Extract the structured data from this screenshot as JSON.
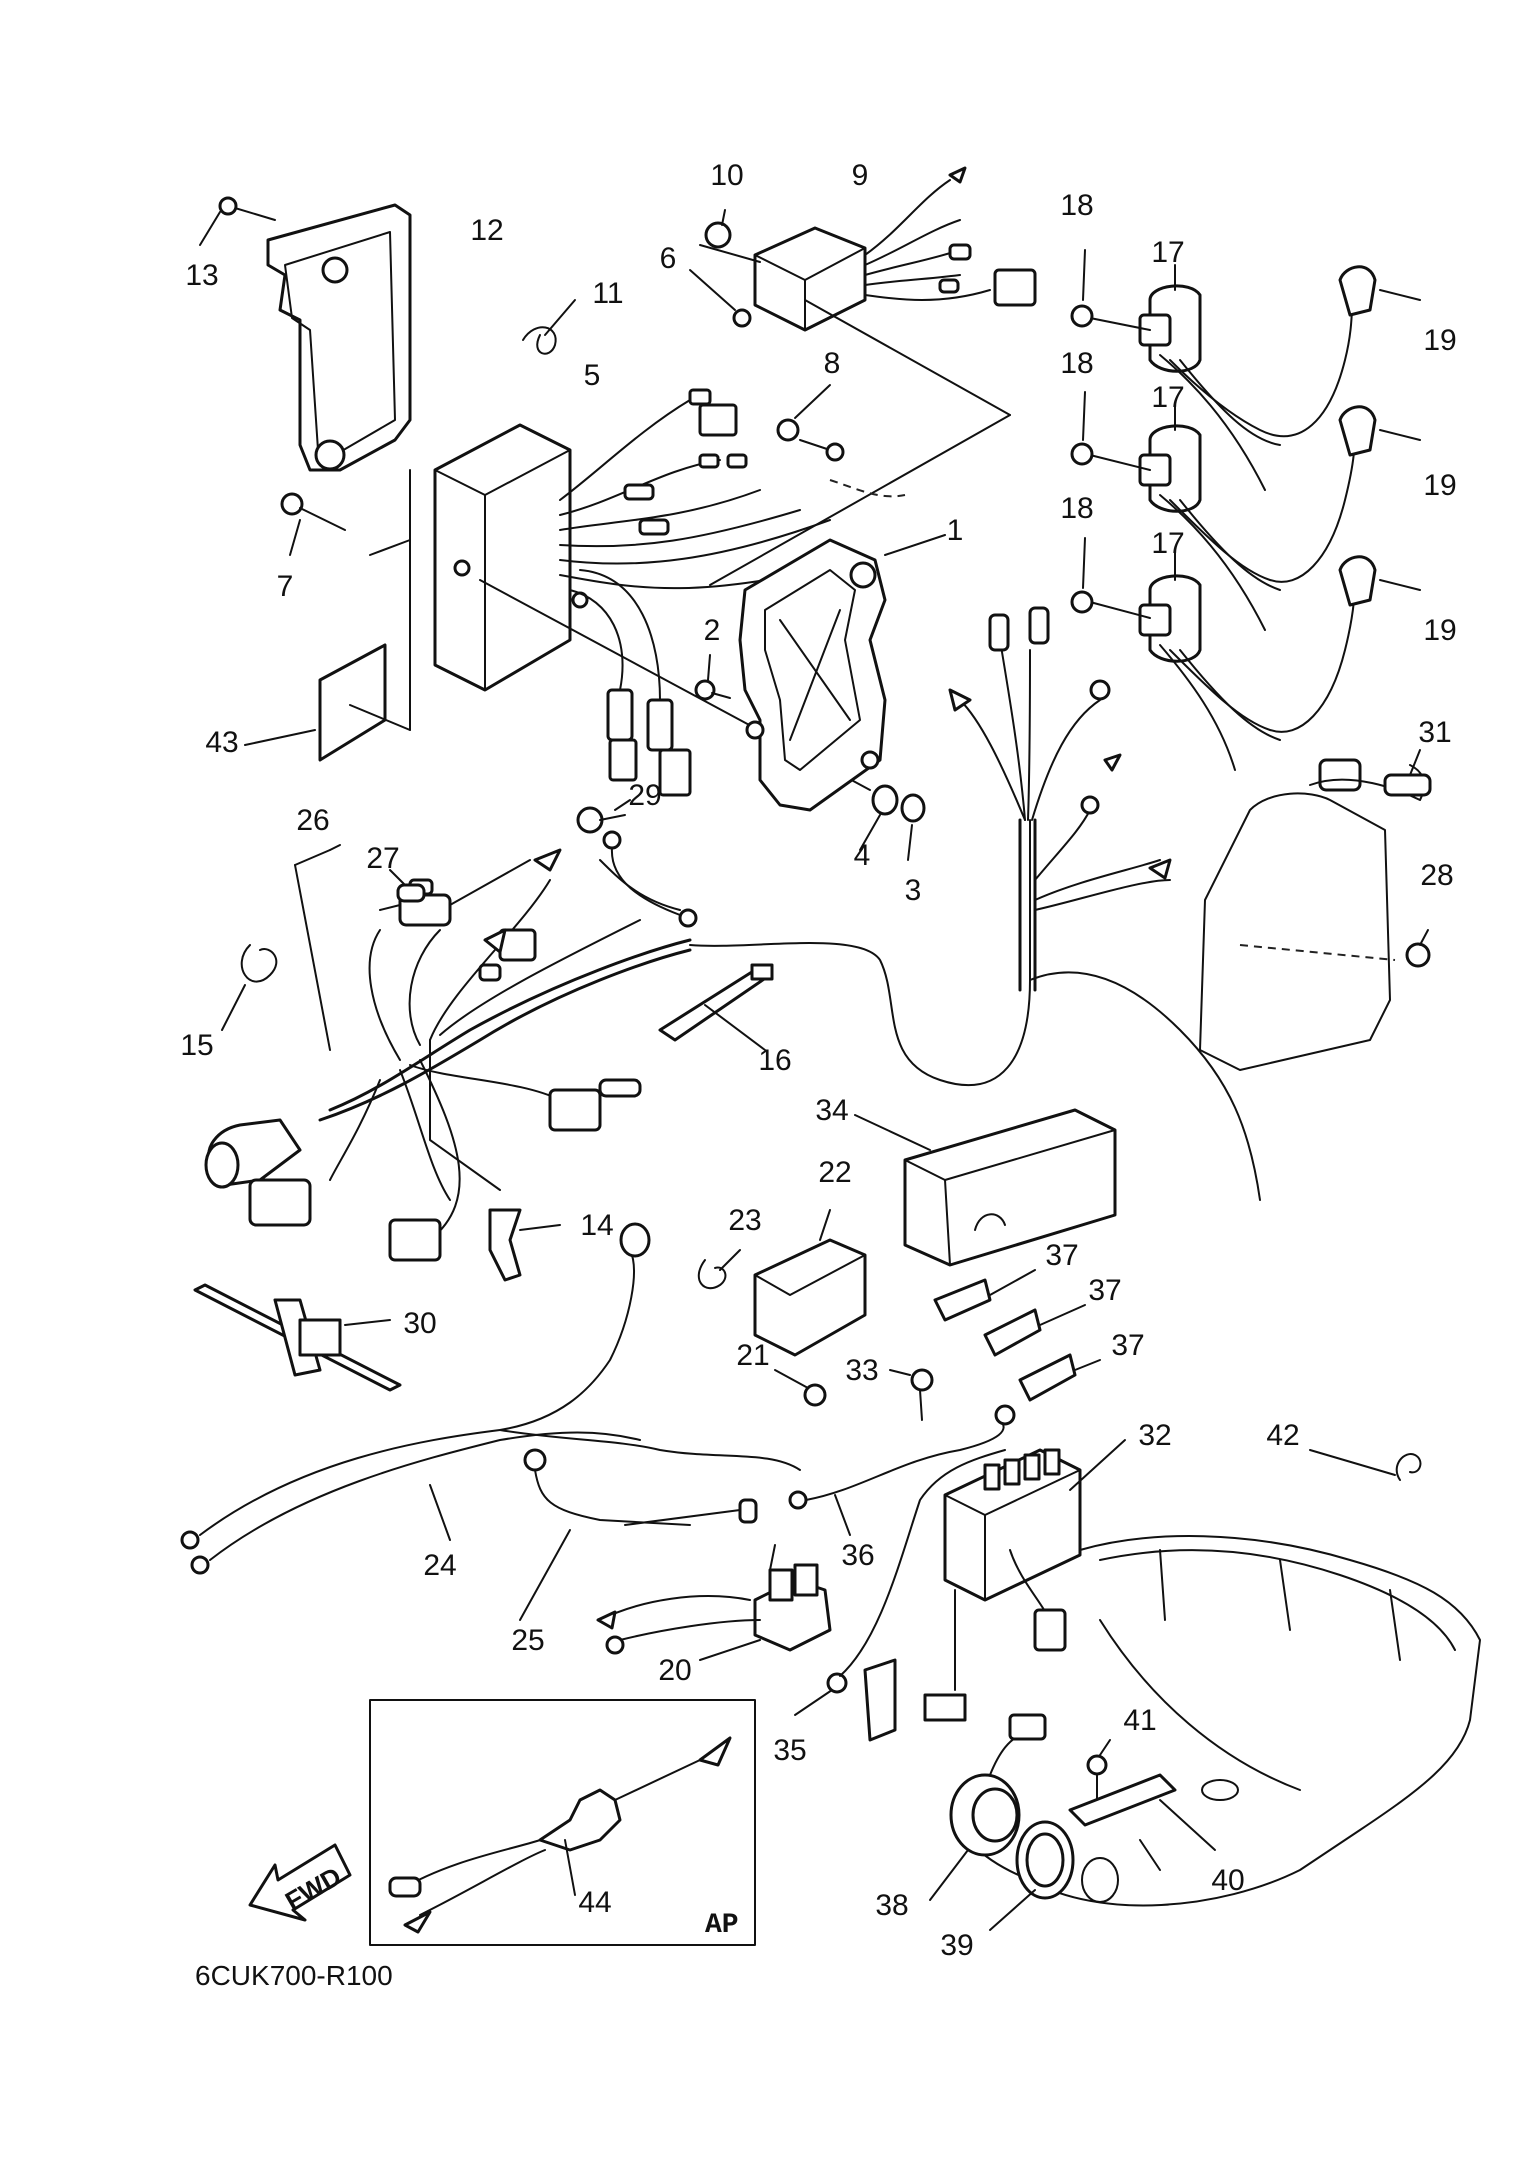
{
  "diagram_code": "6CUK700-R100",
  "fwd_label": "FWD",
  "inset_label": "AP",
  "callouts": [
    {
      "id": "c1",
      "label": "1"
    },
    {
      "id": "c2",
      "label": "2"
    },
    {
      "id": "c3",
      "label": "3"
    },
    {
      "id": "c4",
      "label": "4"
    },
    {
      "id": "c5",
      "label": "5"
    },
    {
      "id": "c6",
      "label": "6"
    },
    {
      "id": "c7",
      "label": "7"
    },
    {
      "id": "c8",
      "label": "8"
    },
    {
      "id": "c9",
      "label": "9"
    },
    {
      "id": "c10",
      "label": "10"
    },
    {
      "id": "c11",
      "label": "11"
    },
    {
      "id": "c12",
      "label": "12"
    },
    {
      "id": "c13",
      "label": "13"
    },
    {
      "id": "c14",
      "label": "14"
    },
    {
      "id": "c15",
      "label": "15"
    },
    {
      "id": "c16",
      "label": "16"
    },
    {
      "id": "c17a",
      "label": "17"
    },
    {
      "id": "c17b",
      "label": "17"
    },
    {
      "id": "c17c",
      "label": "17"
    },
    {
      "id": "c18a",
      "label": "18"
    },
    {
      "id": "c18b",
      "label": "18"
    },
    {
      "id": "c18c",
      "label": "18"
    },
    {
      "id": "c19a",
      "label": "19"
    },
    {
      "id": "c19b",
      "label": "19"
    },
    {
      "id": "c19c",
      "label": "19"
    },
    {
      "id": "c20",
      "label": "20"
    },
    {
      "id": "c21",
      "label": "21"
    },
    {
      "id": "c22",
      "label": "22"
    },
    {
      "id": "c23",
      "label": "23"
    },
    {
      "id": "c24",
      "label": "24"
    },
    {
      "id": "c25",
      "label": "25"
    },
    {
      "id": "c26",
      "label": "26"
    },
    {
      "id": "c27",
      "label": "27"
    },
    {
      "id": "c28",
      "label": "28"
    },
    {
      "id": "c29",
      "label": "29"
    },
    {
      "id": "c30",
      "label": "30"
    },
    {
      "id": "c31",
      "label": "31"
    },
    {
      "id": "c32",
      "label": "32"
    },
    {
      "id": "c33",
      "label": "33"
    },
    {
      "id": "c34",
      "label": "34"
    },
    {
      "id": "c35",
      "label": "35"
    },
    {
      "id": "c36",
      "label": "36"
    },
    {
      "id": "c37a",
      "label": "37"
    },
    {
      "id": "c37b",
      "label": "37"
    },
    {
      "id": "c37c",
      "label": "37"
    },
    {
      "id": "c38",
      "label": "38"
    },
    {
      "id": "c39",
      "label": "39"
    },
    {
      "id": "c40",
      "label": "40"
    },
    {
      "id": "c41",
      "label": "41"
    },
    {
      "id": "c42",
      "label": "42"
    },
    {
      "id": "c43",
      "label": "43"
    },
    {
      "id": "c44",
      "label": "44"
    }
  ]
}
